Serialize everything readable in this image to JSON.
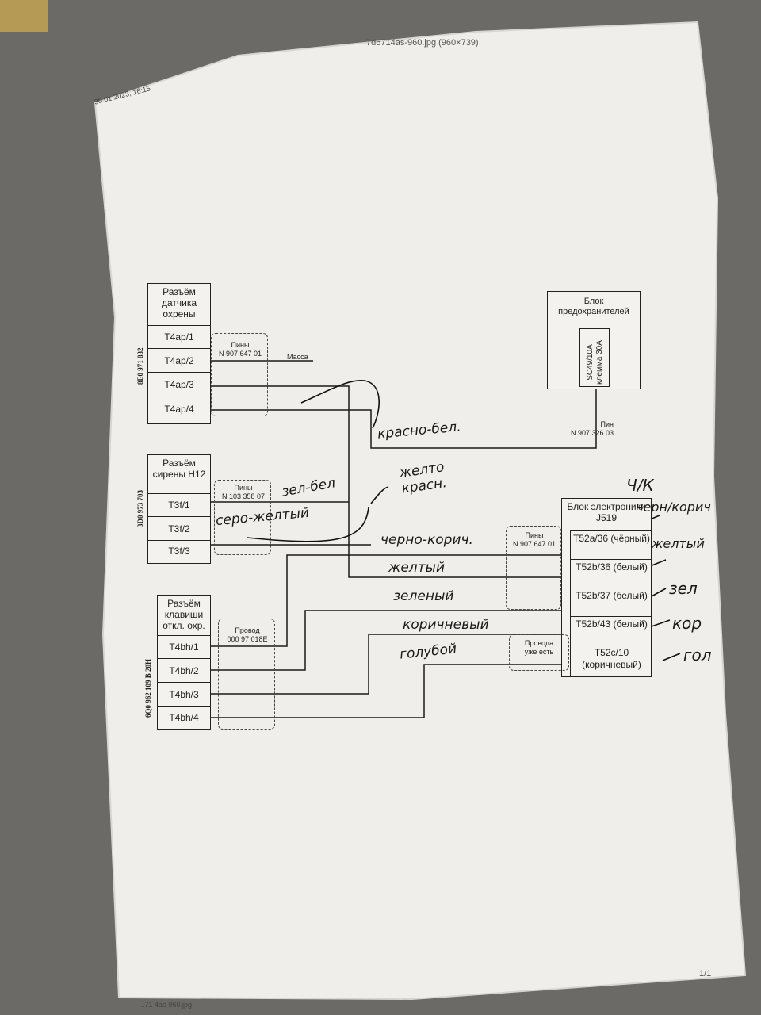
{
  "header": {
    "file_title": "7d6714as-960.jpg (960×739)",
    "timestamp": "30.01.2023, 16:15",
    "page_num": "1/1",
    "bottom_fname": "...71 4as-960.jpg"
  },
  "sensor": {
    "title": "Разъём датчика охрены",
    "part": "8E0 971 832",
    "pins": [
      "T4ap/1",
      "T4ap/2",
      "T4ap/3",
      "T4ap/4"
    ],
    "pins_note": "Пины\nN 907 647 01",
    "massa": "Масса"
  },
  "siren": {
    "title": "Разъём сирены H12",
    "part": "3D0 973 703",
    "pins": [
      "T3f/1",
      "T3f/2",
      "T3f/3"
    ],
    "pins_note": "Пины\nN 103 358 07"
  },
  "button": {
    "title": "Разъём клавиши откл. охр.",
    "part": "6Q0 962 109 B 20H",
    "pins": [
      "T4bh/1",
      "T4bh/2",
      "T4bh/3",
      "T4bh/4"
    ],
    "wire_note": "Провод\n000 97 018E"
  },
  "fuse": {
    "title": "Блок предохранителей",
    "inner": "SC49/10A клемма 30A",
    "pin_note": "Пин\nN 907 326 03"
  },
  "ecu": {
    "title": "Блок электроники J519",
    "pins": [
      "T52a/36 (чёрный)",
      "T52b/36 (белый)",
      "T52b/37 (белый)",
      "T52b/43 (белый)",
      "T52c/10 (коричневый)"
    ],
    "pins_note": "Пины\nN 907 647 01",
    "wires_note": "Провода\nуже есть"
  },
  "handwritten": {
    "red_white": "красно-бел.",
    "yellow_red": "желто\nкрасн.",
    "green_white": "зел-бел",
    "grey_yellow": "серо-желтый",
    "black_brown": "черно-корич.",
    "yellow": "желтый",
    "green": "зеленый",
    "brown": "коричневый",
    "blue": "голубой",
    "ch_k": "Ч/К",
    "black_brown_r": "черн/корич",
    "yellow_r": "желтый",
    "green_r": "зел",
    "brown_r": "кор",
    "blue_r": "гол"
  }
}
